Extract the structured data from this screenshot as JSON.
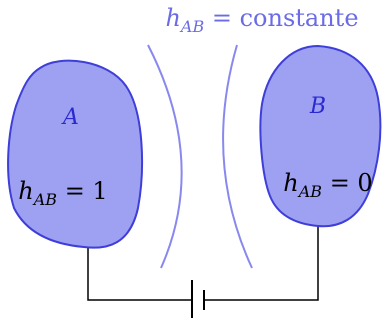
{
  "title": {
    "var": "h",
    "sub": "AB",
    "eq": " = constante"
  },
  "region_a": {
    "name": "A",
    "label_var": "h",
    "label_sub": "AB",
    "label_eq": " = 1"
  },
  "region_b": {
    "name": "B",
    "label_var": "h",
    "label_sub": "AB",
    "label_eq": " = 0"
  },
  "colors": {
    "blob_fill": "#9ea0f2",
    "blob_stroke": "#3e3ed8",
    "field_lines": "#8888ee",
    "label_blue": "#2a2ad0",
    "title_color": "#6b6be6",
    "wire": "#000000"
  }
}
